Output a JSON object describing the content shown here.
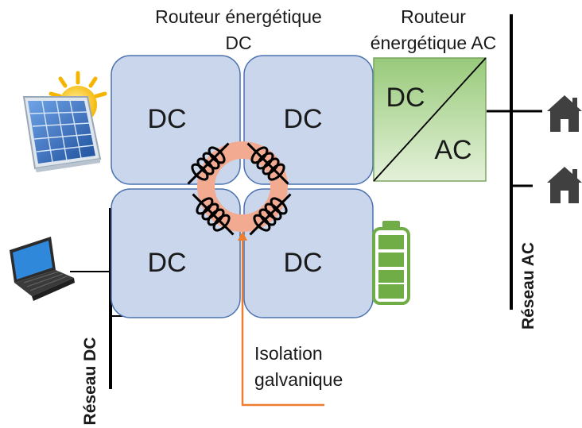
{
  "titles": {
    "dc_router": [
      "Routeur énergétique",
      "DC"
    ],
    "ac_router": [
      "Routeur",
      "énergétique AC"
    ]
  },
  "converters": {
    "top_left": "DC",
    "top_right": "DC",
    "bottom_left": "DC",
    "bottom_right": "DC",
    "ac_box_dc": "DC",
    "ac_box_ac": "AC"
  },
  "isolation": [
    "Isolation",
    "galvanique"
  ],
  "networks": {
    "dc": "Réseau DC",
    "ac": "Réseau AC"
  },
  "colors": {
    "module_fill": "#c9d6ec",
    "module_stroke": "#4b72b0",
    "ac_box_fill": "#b3d79c",
    "ring": "#f0a58a",
    "isolation_arrow": "#ed7d31",
    "battery": "#70ad47",
    "house": "#404040",
    "bus": "#000000"
  },
  "icons": [
    "solar-panel-icon",
    "laptop-icon",
    "battery-icon",
    "house-icon"
  ]
}
